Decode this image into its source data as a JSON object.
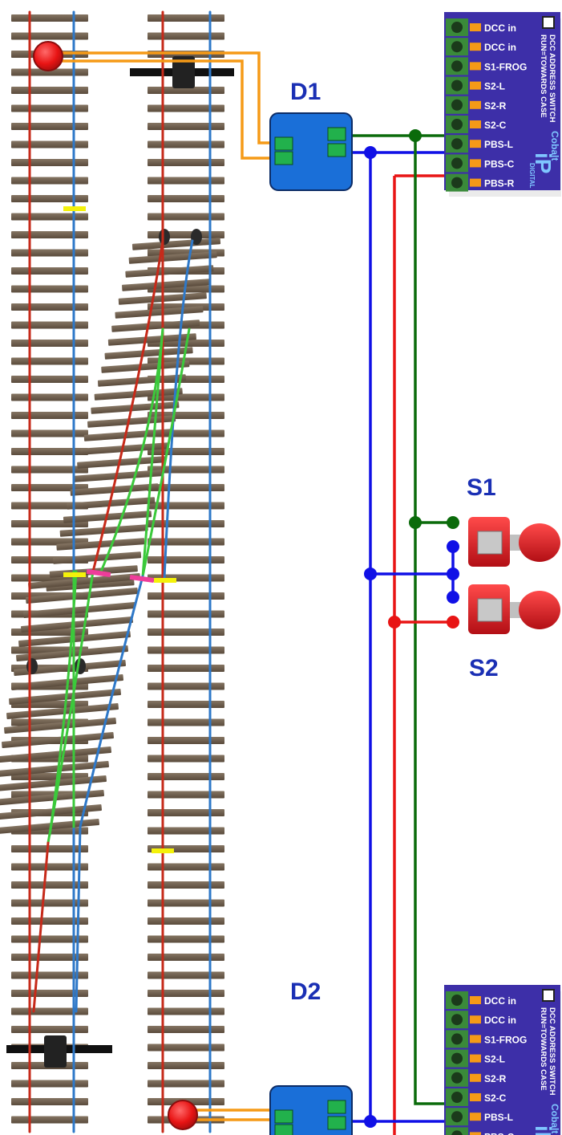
{
  "labels": {
    "d1": "D1",
    "d2": "D2",
    "s1": "S1",
    "s2": "S2"
  },
  "module": {
    "pins": [
      "DCC in",
      "DCC in",
      "S1-FROG",
      "S2-L",
      "S2-R",
      "S2-C",
      "PBS-L",
      "PBS-C",
      "PBS-R"
    ],
    "side_text_1": "DCC ADDRESS SWITCH",
    "side_text_2": "RUN=TOWARDS CASE",
    "brand_1": "Cobalt",
    "brand_2": "iP",
    "brand_3": "DIGITAL"
  },
  "colors": {
    "green_wire": "#0b6b0b",
    "blue_wire": "#1010e6",
    "red_wire": "#e81414",
    "orange_wire": "#f59a17",
    "rail_red": "#c62a1a",
    "rail_blue": "#2e78c8",
    "rail_green": "#3bc93b",
    "module_bg": "#3d2fa8",
    "diode_box": "#1a6fd8",
    "sleeper": "#6a5a4a",
    "gap_yellow": "#f4f10a",
    "gap_pink": "#ee3d9a",
    "button_red": "#e01820"
  },
  "icons": [
    "led-icon",
    "diode-icon",
    "push-button-icon",
    "track-icon"
  ]
}
